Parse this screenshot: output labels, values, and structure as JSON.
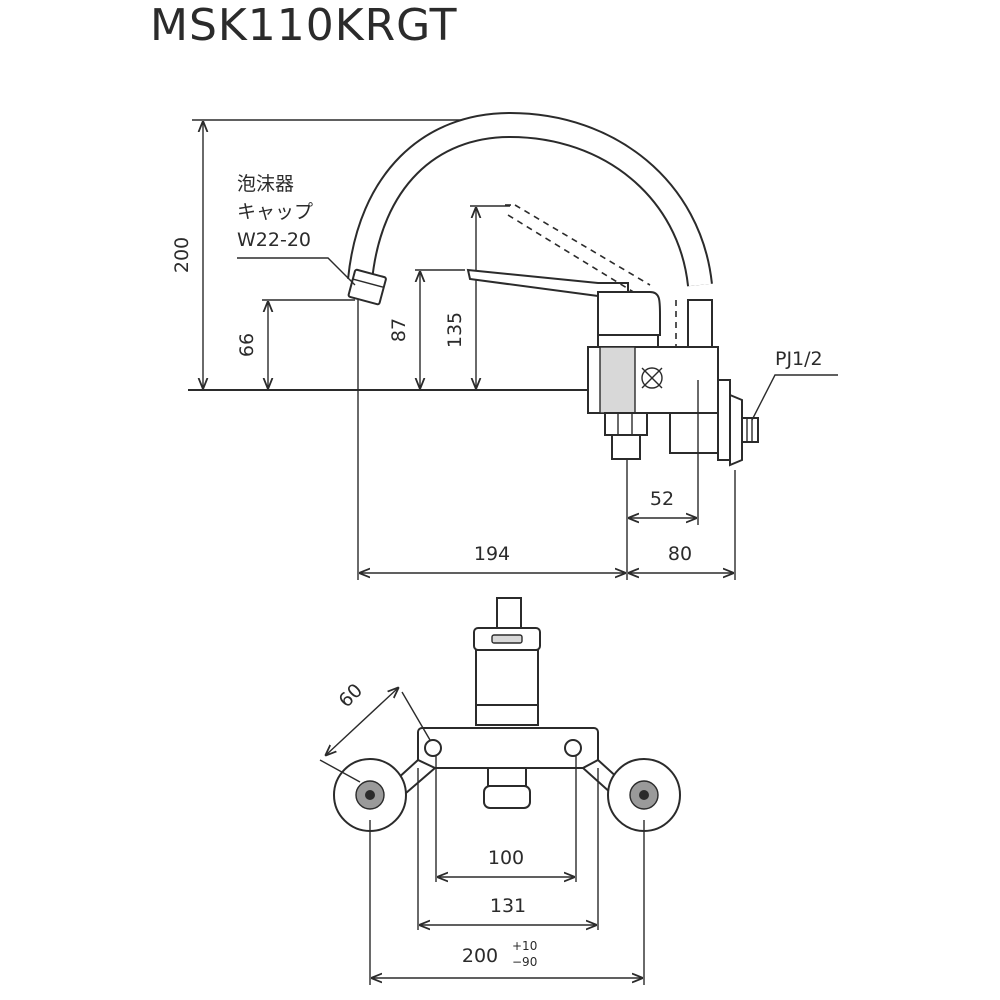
{
  "title": "MSK110KRGT",
  "labels": {
    "aerator_line1": "泡沫器",
    "aerator_line2": "キャップ",
    "aerator_line3": "W22-20",
    "pipe_thread": "PJ1/2"
  },
  "dimensions": {
    "total_height": "200",
    "spout_height": "66",
    "lever_height": "87",
    "handle_height": "135",
    "body_depth": "52",
    "spout_reach": "194",
    "wall_offset": "80",
    "bracket_angle": "60",
    "center_inner": "100",
    "center_mid": "131",
    "center_outer": "200",
    "tol_plus": "+10",
    "tol_minus": "−90"
  }
}
